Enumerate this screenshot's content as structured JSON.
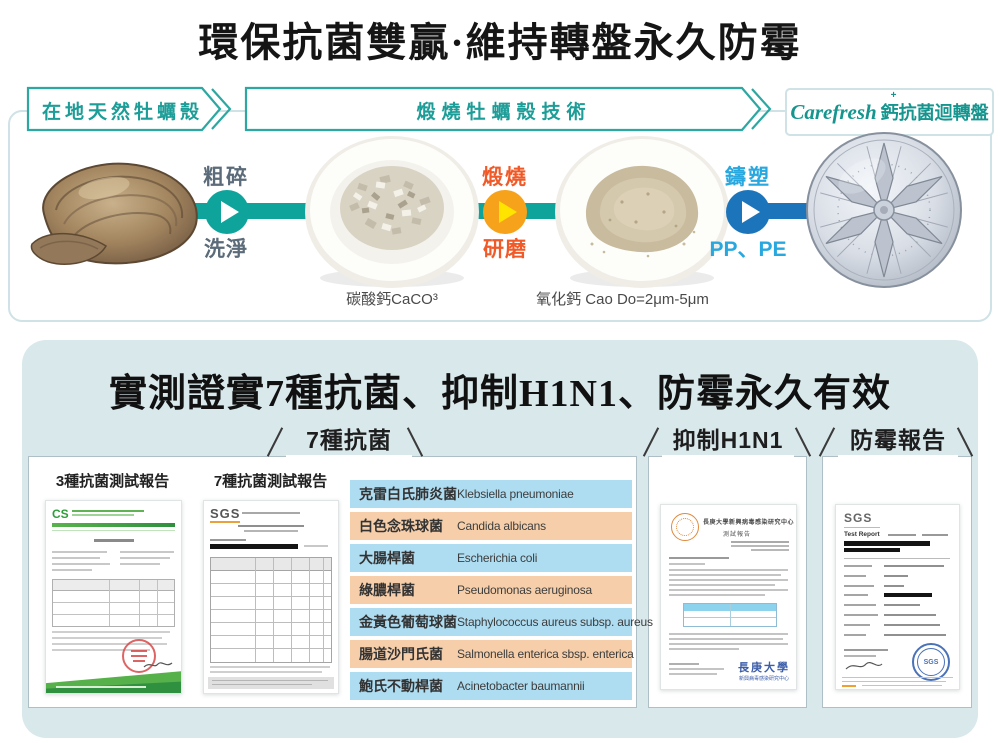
{
  "page": {
    "title": "環保抗菌雙贏·維持轉盤永久防霉"
  },
  "process": {
    "banner_left": "在地天然牡蠣殼",
    "banner_center": "煅燒牡蠣殼技術",
    "logo": {
      "brand": "Carefresh",
      "plus": "+",
      "product": "鈣抗菌迴轉盤"
    },
    "steps": [
      {
        "top": "粗碎",
        "bottom": "洗淨"
      },
      {
        "top": "煅燒",
        "bottom": "研磨"
      },
      {
        "top": "鑄塑",
        "bottom": "PP、PE"
      }
    ],
    "caption_caco3": "碳酸鈣CaCO³",
    "caption_cao": "氧化鈣 Cao Do=2μm-5μm"
  },
  "results": {
    "title": "實測證實7種抗菌、抑制H1N1、防霉永久有效",
    "headers": {
      "antibacterial": "7種抗菌",
      "h1n1": "抑制H1N1",
      "mold": "防霉報告"
    },
    "report_labels": {
      "three": "3種抗菌測試報告",
      "seven": "7種抗菌測試報告"
    },
    "bacteria": [
      {
        "zh": "克雷白氏肺炎菌",
        "latin": "Klebsiella pneumoniae"
      },
      {
        "zh": "白色念珠球菌",
        "latin": "Candida albicans"
      },
      {
        "zh": "大腸桿菌",
        "latin": "Escherichia coli"
      },
      {
        "zh": "綠膿桿菌",
        "latin": "Pseudomonas aeruginosa"
      },
      {
        "zh": "金黃色葡萄球菌",
        "latin": "Staphylococcus aureus subsp. aureus"
      },
      {
        "zh": "腸道沙門氏菌",
        "latin": "Salmonella enterica sbsp. enterica"
      },
      {
        "zh": "鮑氏不動桿菌",
        "latin": "Acinetobacter baumannii"
      }
    ],
    "docs": {
      "cs": {
        "logo": "CS"
      },
      "sgs7": {
        "logo": "SGS"
      },
      "cgu": {
        "org": "長庚大學新興病毒感染研究中心",
        "title": "測試報告",
        "stamp": "長庚大學",
        "stamp_sub": "新興病毒感染研究中心"
      },
      "mold": {
        "logo": "SGS",
        "title": "Test Report",
        "stamp": "SGS"
      }
    }
  },
  "colors": {
    "teal": "#0ea39b",
    "teal_text": "#1d9d97",
    "orange": "#f7a21b",
    "orange_text": "#f05a28",
    "blue": "#1c75bb",
    "light_blue": "#29a8e0",
    "section_bg": "#d9e8eb",
    "row_blue": "#aedcf1",
    "row_peach": "#f6cfaa"
  }
}
